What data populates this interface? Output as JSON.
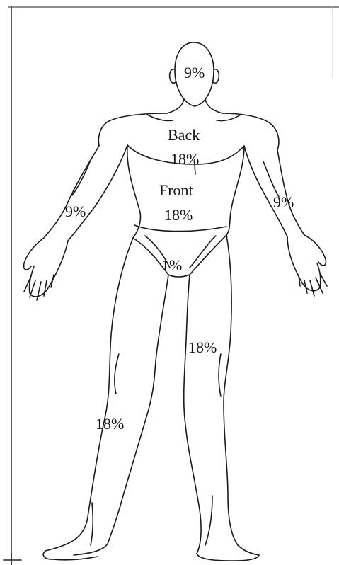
{
  "labels": {
    "head": "9%",
    "back_word": "Back",
    "back_pct": "18%",
    "front_word": "Front",
    "front_pct": "18%",
    "right_arm": "9%",
    "left_arm": "9%",
    "groin": "1%",
    "right_leg": "18%",
    "left_leg": "18%"
  },
  "colors": {
    "line": "#1a1a1a",
    "frame": "#222222"
  }
}
